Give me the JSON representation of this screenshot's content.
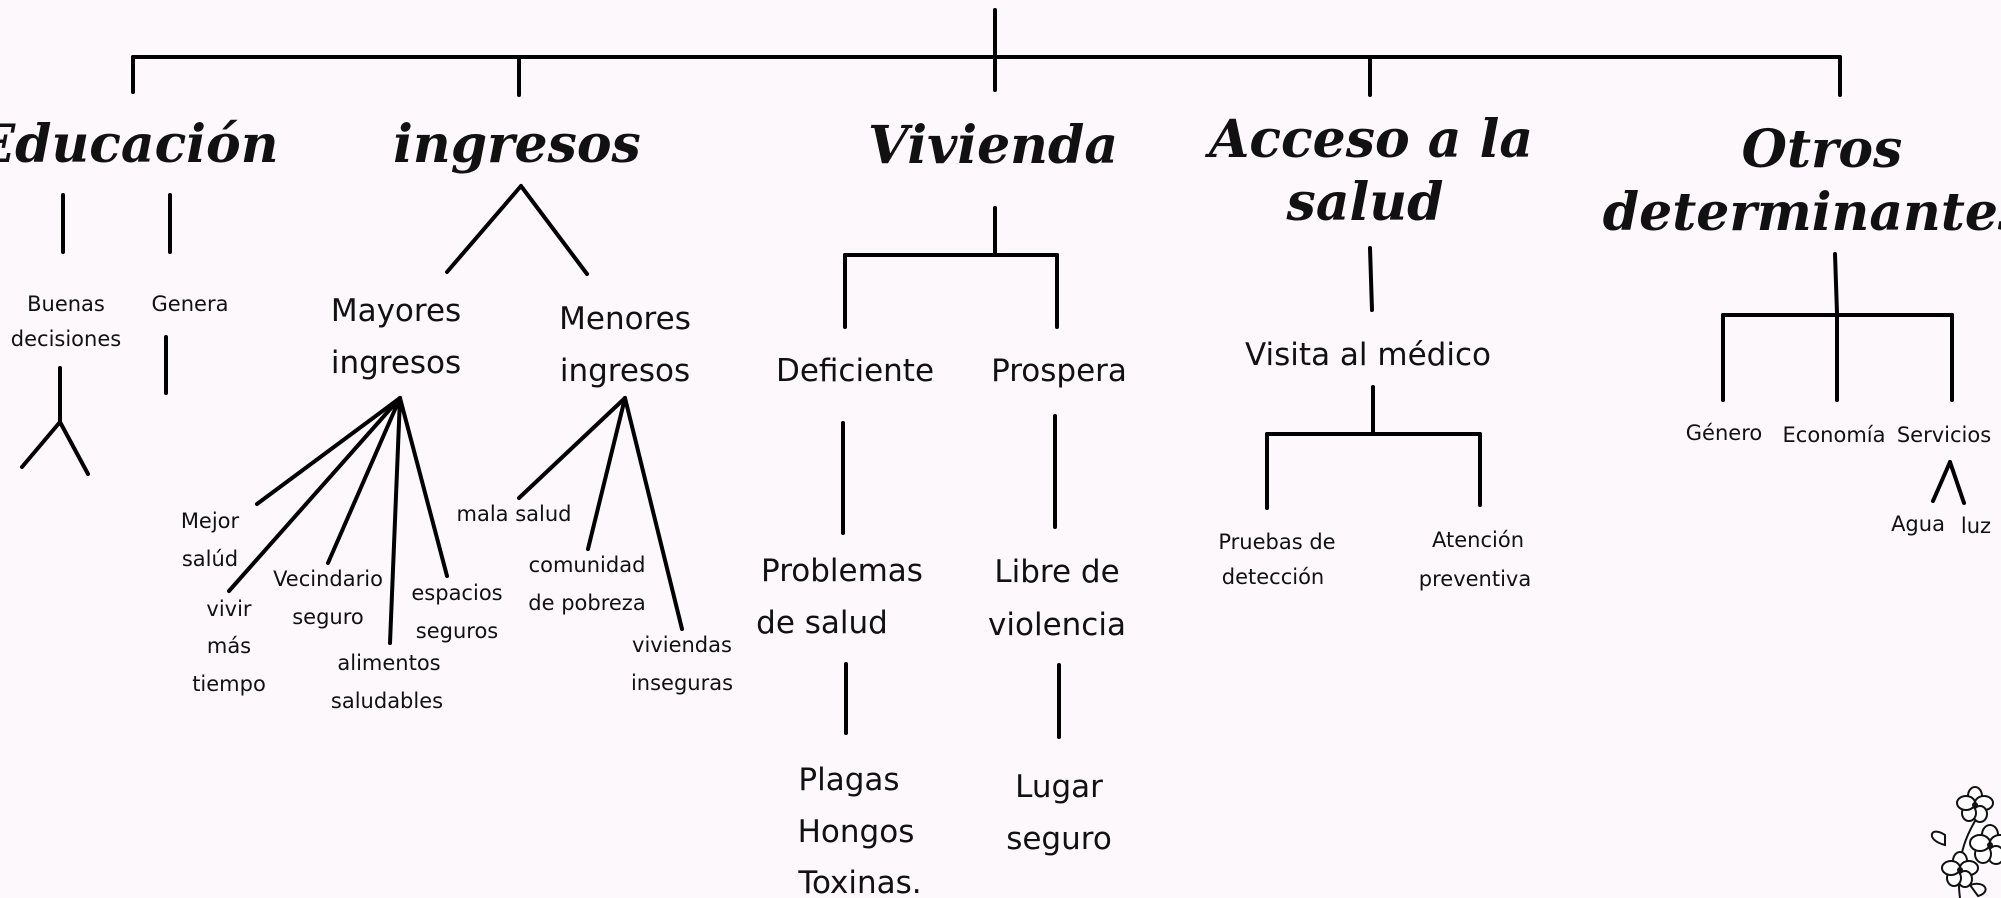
{
  "headings": {
    "educacion": "Educación",
    "ingresos": "ingresos",
    "vivienda": "Vivienda",
    "salud_1": "Acceso a la",
    "salud_2": "salud",
    "otros_1": "Otros",
    "otros_2": "determinantes"
  },
  "educacion": {
    "buenas_1": "Buenas",
    "buenas_2": "decisiones",
    "genera": "Genera"
  },
  "ingresos": {
    "mayores_1": "Mayores",
    "mayores_2": "ingresos",
    "menores_1": "Menores",
    "menores_2": "ingresos",
    "mejor_1": "Mejor",
    "mejor_2": "salúd",
    "vivir_1": "vivir",
    "vivir_2": "más",
    "vivir_3": "tiempo",
    "vecindario_1": "Vecindario",
    "vecindario_2": "seguro",
    "alimentos_1": "alimentos",
    "alimentos_2": "saludables",
    "espacios_1": "espacios",
    "espacios_2": "seguros",
    "mala_salud": "mala salud",
    "comunidad_1": "comunidad",
    "comunidad_2": "de pobreza",
    "viviendas_1": "viviendas",
    "viviendas_2": "inseguras"
  },
  "vivienda": {
    "deficiente": "Deficiente",
    "prospera": "Prospera",
    "problemas_1": "Problemas",
    "problemas_2": "de salud",
    "libre_1": "Libre de",
    "libre_2": "violencia",
    "plagas": "Plagas",
    "hongos": "Hongos",
    "toxinas": "Toxinas.",
    "lugar": "Lugar",
    "seguro": "seguro"
  },
  "salud": {
    "visita": "Visita al médico",
    "pruebas_1": "Pruebas de",
    "pruebas_2": "detección",
    "atencion_1": "Atención",
    "atencion_2": "preventiva"
  },
  "otros": {
    "genero": "Género",
    "economia": "Economía",
    "servicios": "Servicios",
    "agua": "Agua",
    "luz": "luz"
  }
}
